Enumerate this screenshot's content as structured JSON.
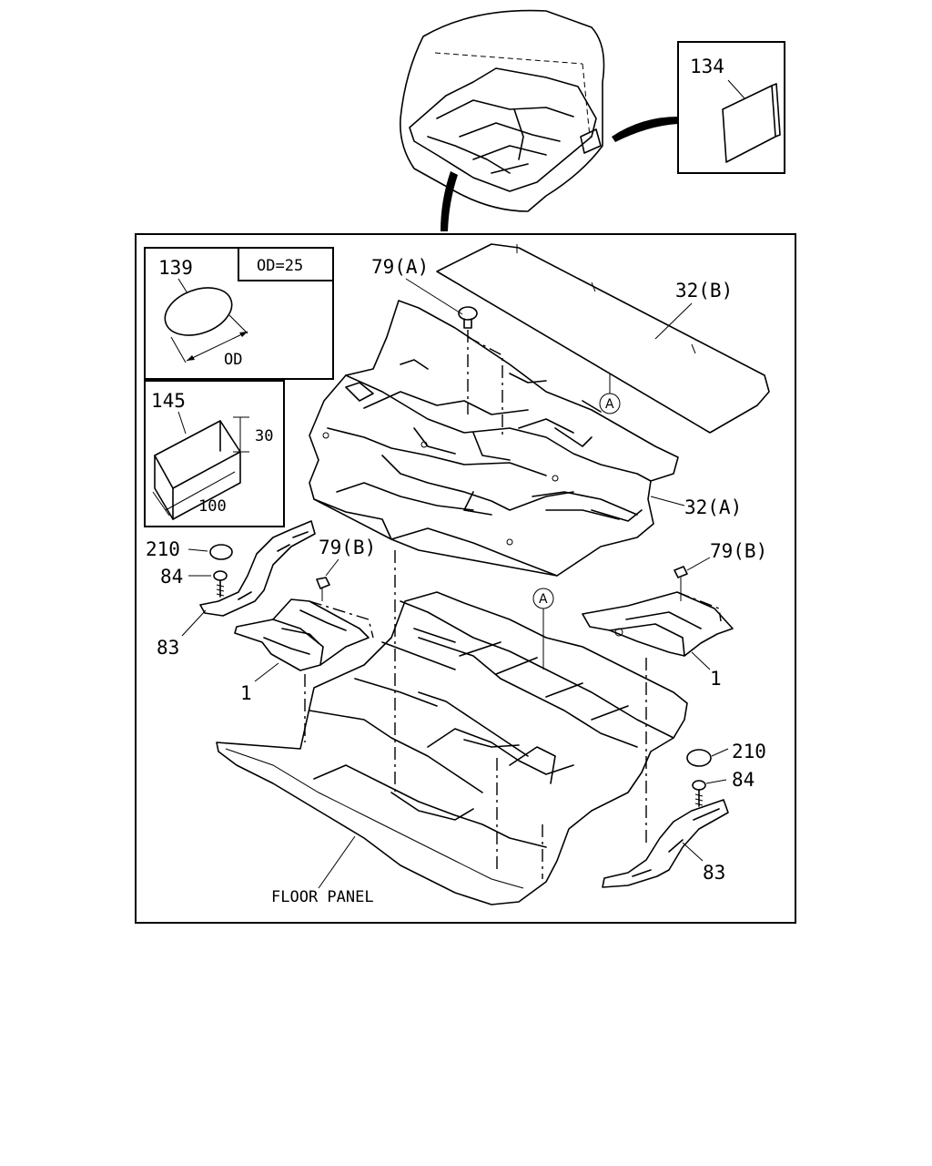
{
  "labels": {
    "p134": "134",
    "p139": "139",
    "od25": "OD=25",
    "od": "OD",
    "p145": "145",
    "dim30": "30",
    "dim100": "100",
    "p79a": "79(A)",
    "p32b": "32(B)",
    "markA": "A",
    "p32a": "32(A)",
    "p210_left": "210",
    "p84_left": "84",
    "p79b_left": "79(B)",
    "p83_left": "83",
    "p1_left": "1",
    "p79b_right": "79(B)",
    "p1_right": "1",
    "p210_right": "210",
    "p84_right": "84",
    "p83_right": "83",
    "floor_panel": "FLOOR PANEL"
  },
  "icons": [
    "cab-overview-icon",
    "pad-icon",
    "carpet-icon",
    "floor-panel-icon",
    "clip-icon",
    "screw-icon",
    "plug-icon",
    "bracket-icon",
    "insulator-icon"
  ]
}
